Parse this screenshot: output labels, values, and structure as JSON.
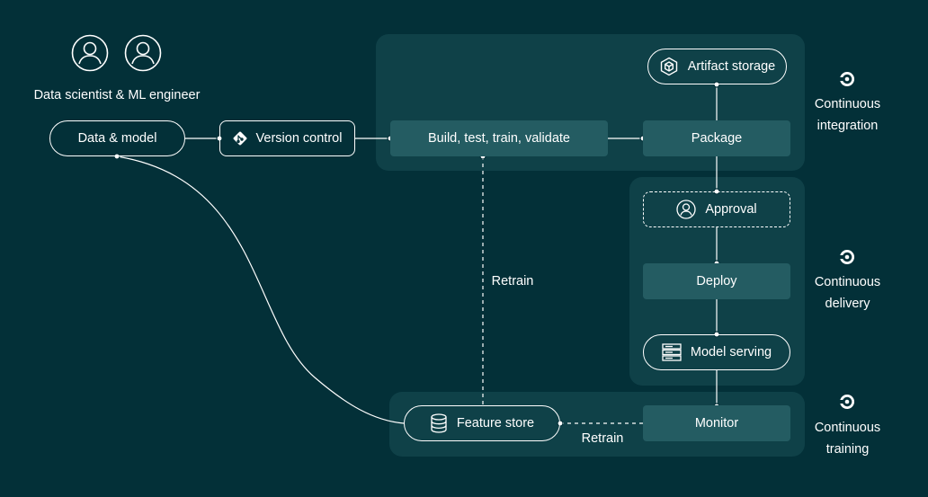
{
  "header": {
    "personas_caption": "Data scientist & ML engineer"
  },
  "nodes": {
    "data_model": "Data & model",
    "version_control": "Version control",
    "build": "Build, test, train, validate",
    "package": "Package",
    "artifact_storage": "Artifact storage",
    "approval": "Approval",
    "deploy": "Deploy",
    "model_serving": "Model serving",
    "monitor": "Monitor",
    "feature_store": "Feature store"
  },
  "edges": {
    "retrain_vertical": "Retrain",
    "retrain_horizontal": "Retrain"
  },
  "stages": [
    {
      "line1": "Continuous",
      "line2": "integration"
    },
    {
      "line1": "Continuous",
      "line2": "delivery"
    },
    {
      "line1": "Continuous",
      "line2": "training"
    }
  ],
  "icons": {
    "persona": "user-circle-icon",
    "git": "git-icon",
    "artifact": "package-hexagon-icon",
    "approval": "user-circle-icon",
    "server": "server-rack-icon",
    "database": "database-icon",
    "stage": "circleci-icon"
  },
  "colors": {
    "background": "#033038",
    "panel": "#0f4148",
    "box_fill": "#245c62",
    "line": "#ffffff",
    "text": "#ffffff"
  }
}
